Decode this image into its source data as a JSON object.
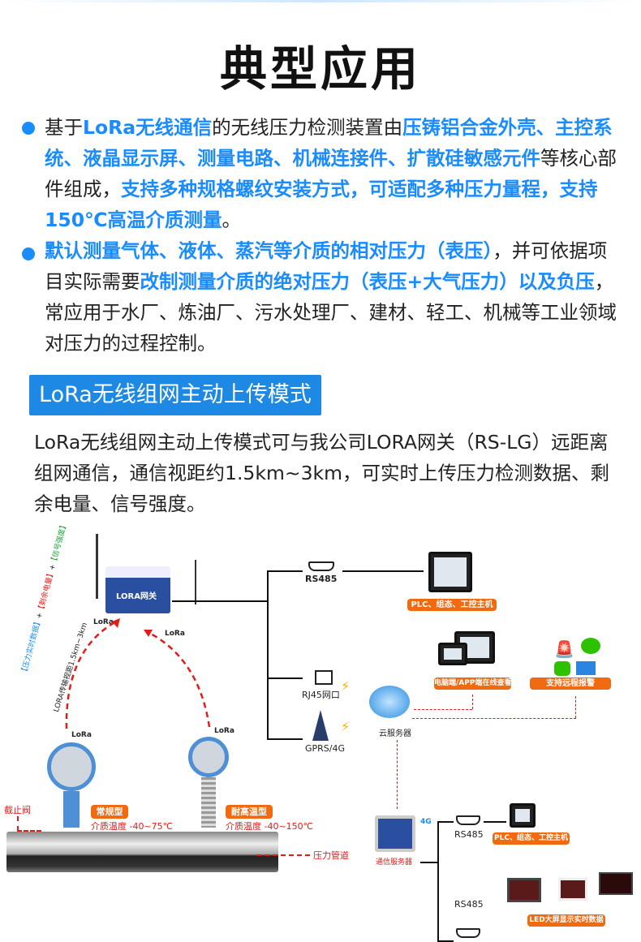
{
  "title": "典型应用",
  "paragraphs": [
    [
      {
        "text": "基于",
        "hl": false
      },
      {
        "text": "LoRa无线通信",
        "hl": true
      },
      {
        "text": "的无线压力检测装置由",
        "hl": false
      },
      {
        "text": "压铸铝合金外壳、主控系统、液晶显示屏、测量电路、机械连接件、扩散硅敏感元件",
        "hl": true
      },
      {
        "text": "等核心部件组成，",
        "hl": false
      },
      {
        "text": "支持多种规格螺纹安装方式，可适配多种压力量程，支持150℃高温介质测量",
        "hl": true
      },
      {
        "text": "。",
        "hl": false
      }
    ],
    [
      {
        "text": "默认测量气体、液体、蒸汽等介质的相对压力（表压）",
        "hl": true
      },
      {
        "text": "，并可依据项目实际需要",
        "hl": false
      },
      {
        "text": "改制测量介质的绝对压力（表压+大气压力）以及负压",
        "hl": true
      },
      {
        "text": "，常应用于水厂、炼油厂、污水处理厂、建材、轻工、机械等工业领域对压力的过程控制。",
        "hl": false
      }
    ]
  ],
  "section_heading": "LoRa无线组网主动上传模式",
  "intro": "LoRa无线组网主动上传模式可与我公司LORA网关（RS-LG）远距离组网通信，通信视距约1.5km~3km，可实时上传压力检测数据、剩余电量、信号强度。",
  "diagram": {
    "gateway_label": "LORA网关",
    "lora": "LoRa",
    "arc_text": {
      "data": "【压力实时数据】",
      "plus1": "+",
      "battery": "【剩余电量】",
      "plus2": "+",
      "signal": "【信号强度】",
      "distance": "LORA传输视距1.5km~3km"
    },
    "rs485": "RS485",
    "rj45": "RJ45网口",
    "gprs": "GPRS/4G",
    "cloud": "云服务器",
    "plc_tag": "PLC、组态、工控主机",
    "pc_app_tag": "电脑端/APP端在线查看",
    "alarm_tag": "支持远程报警",
    "type1_tag": "常规型",
    "type1_temp": "介质温度 -40~75℃",
    "type2_tag": "耐高温型",
    "type2_temp": "介质温度 -40~150℃",
    "valve": "截止阀",
    "pipe": "压力管道",
    "comm_server": "通信服务器",
    "badge_4g": "4G",
    "led_tag": "LED大屏显示实时数据",
    "colors": {
      "blue": "#1a8cff",
      "orange": "#f26a10",
      "red": "#e41b1b"
    }
  }
}
